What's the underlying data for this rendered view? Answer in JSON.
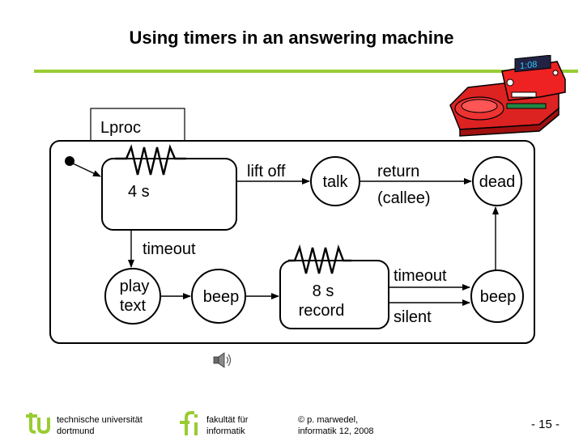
{
  "slide": {
    "title": "Using timers in an answering machine",
    "accent_color": "#99cc33",
    "page_number": "-  15 -"
  },
  "diagram": {
    "process_label": "Lproc",
    "states": {
      "timer1": "4 s",
      "talk": "talk",
      "dead": "dead",
      "play": [
        "play",
        "text"
      ],
      "beep1": "beep",
      "record": [
        "8 s",
        "record"
      ],
      "beep2": "beep"
    },
    "transitions": {
      "lift_off": "lift off",
      "return": "return",
      "callee": "(callee)",
      "timeout1": "timeout",
      "timeout2": "timeout",
      "silent": "silent"
    }
  },
  "footer": {
    "university": [
      "technische universität",
      "dortmund"
    ],
    "faculty": [
      "fakultät für",
      "informatik"
    ],
    "copyright": [
      "© p. marwedel,",
      "informatik 12,  2008"
    ]
  },
  "icons": [
    "answering-machine-icon",
    "speaker-icon",
    "tu-logo-icon",
    "fi-logo-icon"
  ]
}
